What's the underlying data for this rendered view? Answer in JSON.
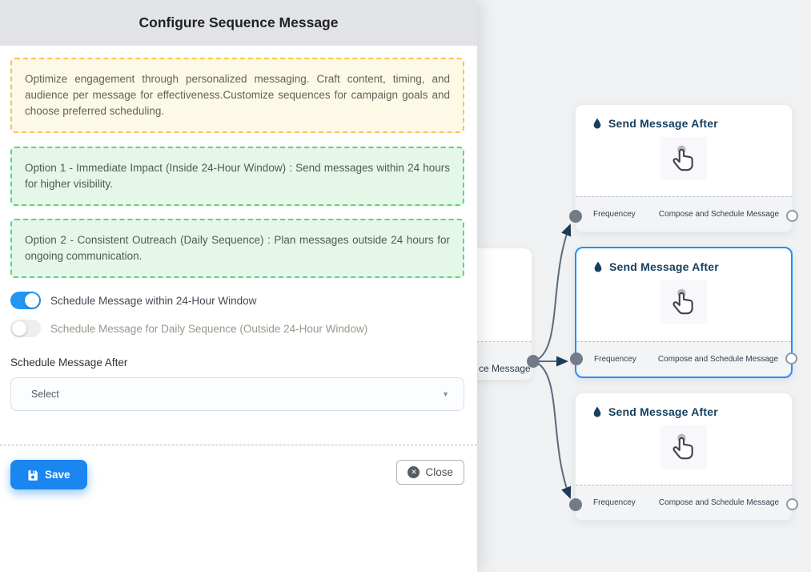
{
  "modal": {
    "title": "Configure Sequence Message",
    "intro_note": "Optimize engagement through personalized messaging. Craft content, timing, and audience per message for effectiveness.Customize sequences for campaign goals and choose preferred scheduling.",
    "option1_note": "Option 1 - Immediate Impact (Inside 24-Hour Window) : Send messages within 24 hours for higher visibility.",
    "option2_note": "Option 2 - Consistent Outreach (Daily Sequence) : Plan messages outside 24 hours for ongoing communication.",
    "toggle_within_24h": {
      "label": "Schedule Message within 24-Hour Window",
      "state": "on"
    },
    "toggle_daily": {
      "label": "Schedule Message for Daily Sequence (Outside 24-Hour Window)",
      "state": "off"
    },
    "schedule_after_label": "Schedule Message After",
    "select_placeholder": "Select",
    "save_label": "Save",
    "close_label": "Close"
  },
  "flow": {
    "partial_node_label": "ce Message",
    "nodes": [
      {
        "title": "Send Message After",
        "left_handle_label": "Frequencey",
        "right_handle_label": "Compose and Schedule Message",
        "selected": false
      },
      {
        "title": "Send Message After",
        "left_handle_label": "Frequencey",
        "right_handle_label": "Compose and Schedule Message",
        "selected": true
      },
      {
        "title": "Send Message After",
        "left_handle_label": "Frequencey",
        "right_handle_label": "Compose and Schedule Message",
        "selected": false
      }
    ]
  },
  "colors": {
    "accent_blue": "#1a86f0",
    "toggle_on_blue": "#2196f3",
    "selected_node_border": "#1e90ff",
    "edge_line": "#5c6a79",
    "arrowhead": "#1d3a57",
    "node_title": "#16405f",
    "warning_border": "#f3c64f",
    "warning_bg": "#fdf9e7",
    "success_border": "#57d973",
    "success_bg": "#e4f7e9",
    "canvas_bg": "#eff1f3",
    "header_bg": "#e2e3e6"
  }
}
